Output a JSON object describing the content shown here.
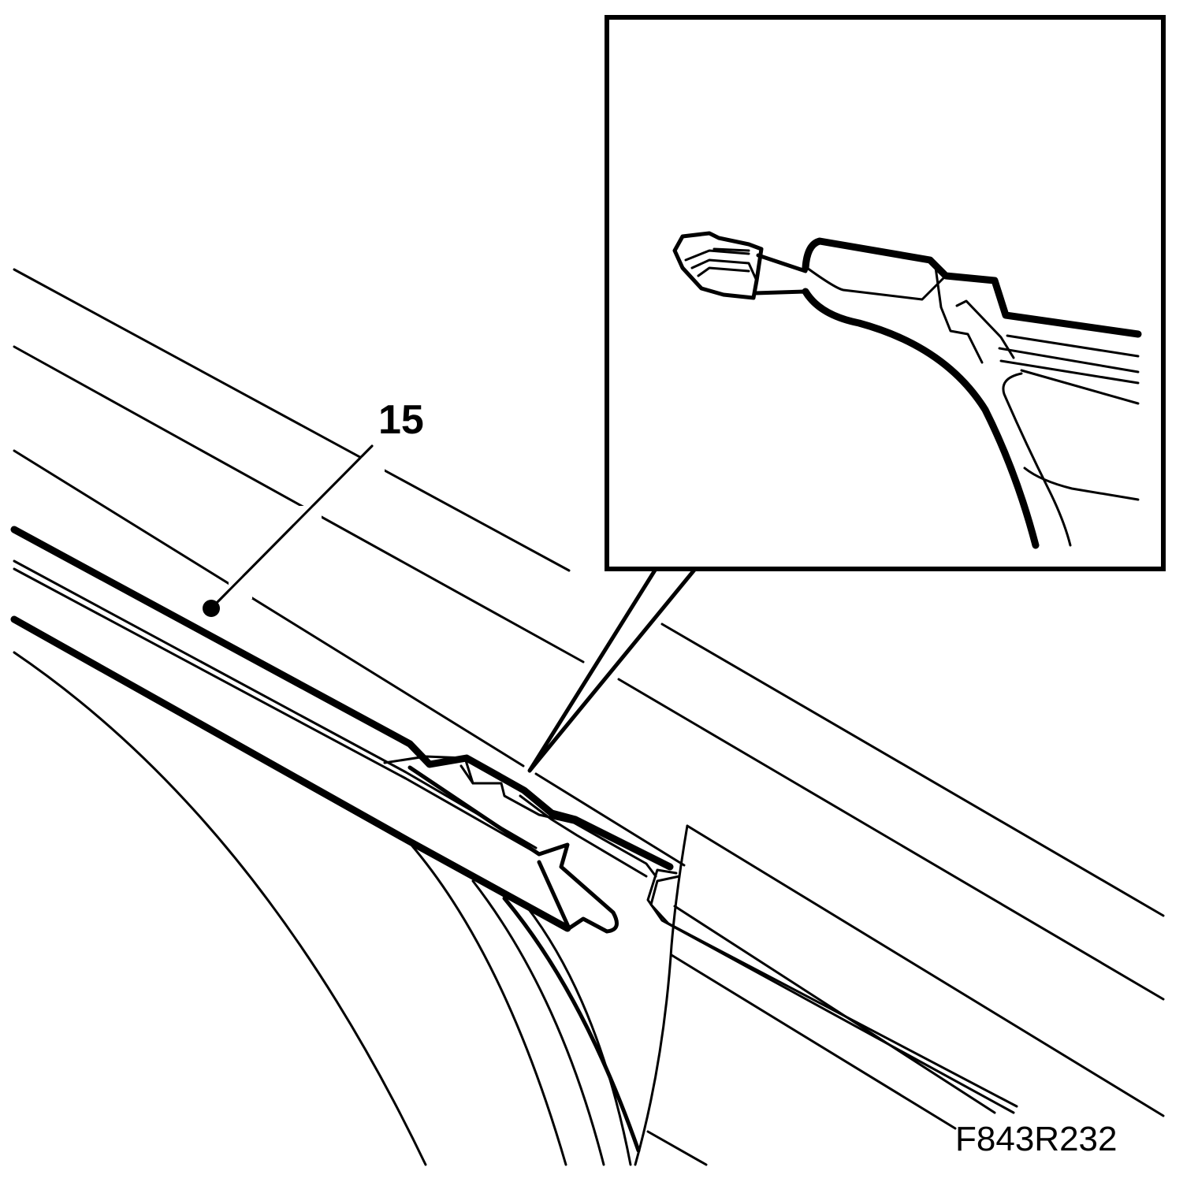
{
  "callout_label": "15",
  "figure_code": "F843R232",
  "colors": {
    "line": "#000000",
    "background": "#ffffff"
  },
  "inset": {
    "shows": "clip-detail-magnified"
  }
}
